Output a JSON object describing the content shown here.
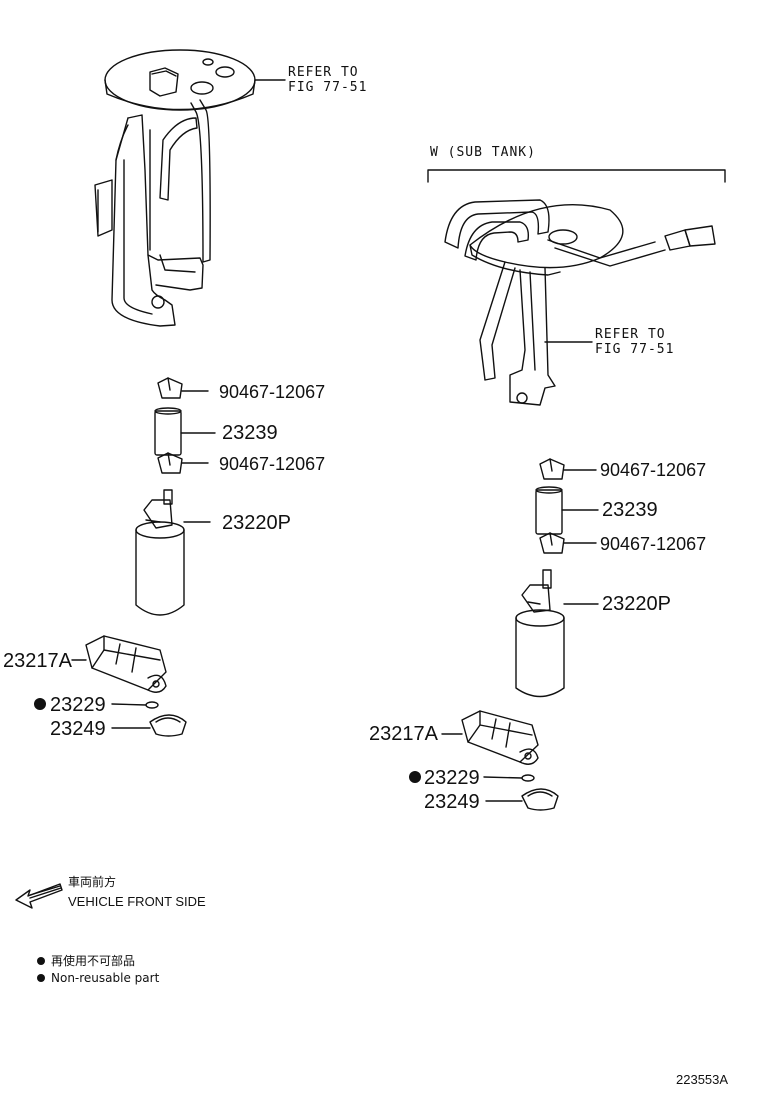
{
  "left_assembly": {
    "refer_line1": "REFER TO",
    "refer_line2": "FIG 77-51",
    "clip_top": "90467-12067",
    "hose": "23239",
    "clip_bottom": "90467-12067",
    "pump": "23220P",
    "filter": "23217A",
    "oring": "23229",
    "retainer": "23249"
  },
  "right_assembly": {
    "bracket_label": "W (SUB  TANK)",
    "refer_line1": "REFER TO",
    "refer_line2": "FIG 77-51",
    "clip_top": "90467-12067",
    "hose": "23239",
    "clip_bottom": "90467-12067",
    "pump": "23220P",
    "filter": "23217A",
    "oring": "23229",
    "retainer": "23249"
  },
  "legend": {
    "front_jp": "車両前方",
    "front_en": "VEHICLE FRONT SIDE",
    "nonreuse_jp": "再使用不可部品",
    "nonreuse_en": "Non-reusable part"
  },
  "figure_code": "223553A",
  "colors": {
    "ink": "#111111",
    "background": "#ffffff"
  }
}
